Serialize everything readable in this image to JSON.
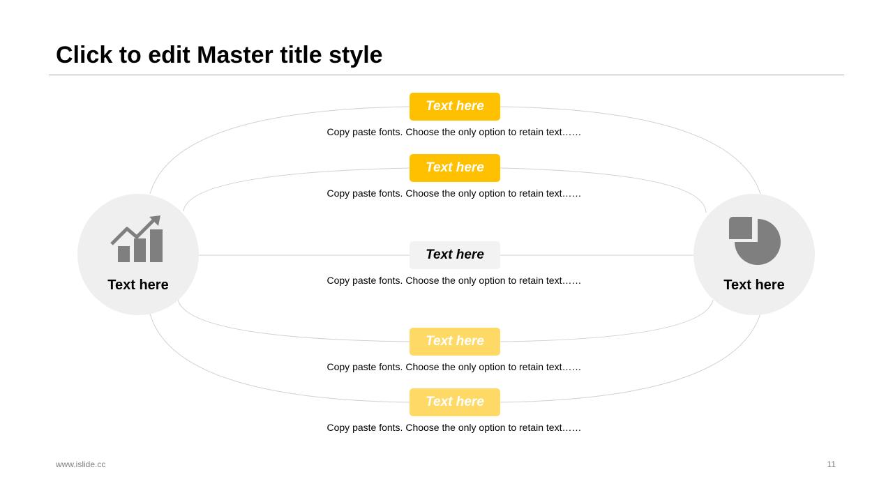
{
  "slide": {
    "title": "Click to edit Master title style",
    "footer": "www.islide.cc",
    "page_number": "11"
  },
  "nodes": {
    "left": {
      "label": "Text here",
      "icon": "growth-chart-icon"
    },
    "right": {
      "label": "Text here",
      "icon": "pie-chart-icon"
    }
  },
  "items": [
    {
      "label": "Text here",
      "description": "Copy paste fonts. Choose the only option to retain text……",
      "fill": "#FFC000",
      "text_color": "#FFFFFF"
    },
    {
      "label": "Text here",
      "description": "Copy paste fonts. Choose the only option to retain text……",
      "fill": "#FFC000",
      "text_color": "#FFFFFF"
    },
    {
      "label": "Text here",
      "description": "Copy paste fonts. Choose the only option to retain text……",
      "fill": "#F2F2F2",
      "text_color": "#000000"
    },
    {
      "label": "Text here",
      "description": "Copy paste fonts. Choose the only option to retain text……",
      "fill": "#FFD966",
      "text_color": "#FFFFFF"
    },
    {
      "label": "Text here",
      "description": "Copy paste fonts. Choose the only option to retain text……",
      "fill": "#FFD966",
      "text_color": "#FFFFFF"
    }
  ],
  "colors": {
    "node_fill": "#EFEFEF",
    "icon": "#7F7F7F",
    "connector": "#D0D0D0"
  }
}
